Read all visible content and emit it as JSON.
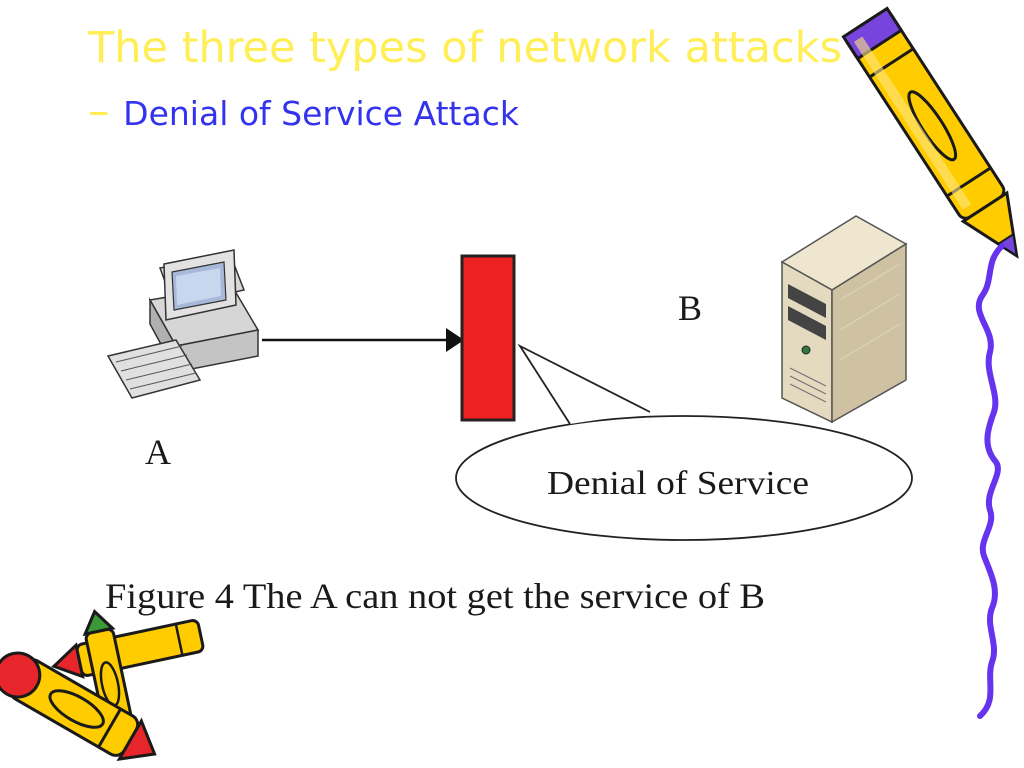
{
  "slide": {
    "title_main": "The three types of network attacks – ",
    "title_sub": "Denial of Service Attack"
  },
  "diagram": {
    "node_a_label": "A",
    "node_b_label": "B",
    "callout_text": "Denial of Service",
    "caption": "Figure 4 The A can not get the service of B"
  },
  "colors": {
    "title_main": "#ffee55",
    "title_sub": "#3333ee",
    "block": "#ee2222",
    "crayon_body": "#ffcc00",
    "crayon_outline": "#1a1a1a",
    "crayon_tip": "#8844ee",
    "squiggle": "#6633ee"
  },
  "icons": [
    "computer-icon",
    "server-icon",
    "crayon-icon",
    "squiggle-line"
  ]
}
